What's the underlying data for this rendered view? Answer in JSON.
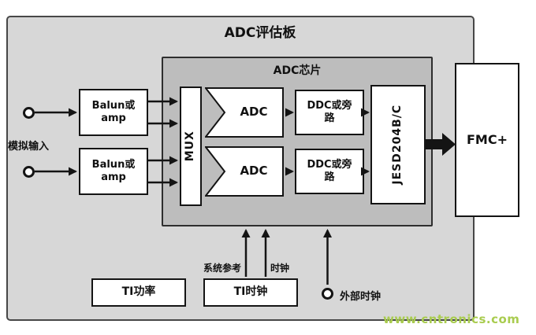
{
  "board": {
    "title": "ADC评估板"
  },
  "chip": {
    "title": "ADC芯片"
  },
  "blocks": {
    "balun": "Balun或\namp",
    "mux": "MUX",
    "adc": "ADC",
    "ddc": "DDC或旁\n路",
    "jesd": "JESD204B/C",
    "fmc": "FMC+",
    "ti_power": "TI功率",
    "ti_clock": "TI时钟"
  },
  "labels": {
    "analog_input": "模拟输入",
    "sys_ref": "系统参考",
    "clock": "时钟",
    "ext_clock": "外部时钟"
  },
  "watermark": "www.cntronics.com",
  "colors": {
    "outer_bg": "#d7d7d7",
    "chip_bg": "#bdbdbd",
    "line": "#141414",
    "watermark": "#a9cc4f"
  }
}
